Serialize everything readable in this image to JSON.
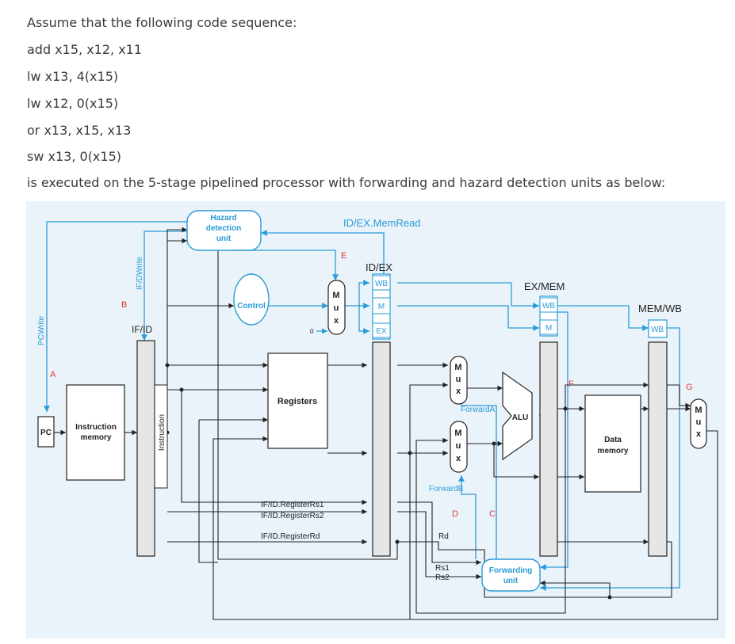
{
  "question": {
    "intro": "Assume that the following code sequence:",
    "code": [
      "add x15, x12, x11",
      "lw x13, 4(x15)",
      "lw x12, 0(x15)",
      "or x13, x15, x13",
      "sw x13, 0(x15)"
    ],
    "outro": "is executed on the 5-stage pipelined processor with forwarding and hazard detection units as below:"
  },
  "diagram": {
    "hazard_unit": [
      "Hazard",
      "detection",
      "unit"
    ],
    "id_ex_memread": "ID/EX.MemRead",
    "pc": "PC",
    "pcwrite": "PCWrite",
    "ifdwrite": "IF/DWrite",
    "instruction_memory": [
      "Instruction",
      "memory"
    ],
    "instruction": "Instruction",
    "control": "Control",
    "zero": "0",
    "mux": [
      "M",
      "u",
      "x"
    ],
    "registers": "Registers",
    "if_id": "IF/ID",
    "id_ex": "ID/EX",
    "ex_mem": "EX/MEM",
    "mem_wb": "MEM/WB",
    "wb": "WB",
    "m": "M",
    "ex": "EX",
    "alu": "ALU",
    "forward_a": "ForwardA",
    "forward_b": "ForwardB",
    "data_memory": [
      "Data",
      "memory"
    ],
    "forwarding_unit": [
      "Forwarding",
      "unit"
    ],
    "reg_rs1": "IF/ID.RegisterRs1",
    "reg_rs2": "IF/ID.RegisterRs2",
    "reg_rd": "IF/ID.RegisterRd",
    "rd": "Rd",
    "rs1": "Rs1",
    "rs2": "Rs2",
    "markers": [
      "A",
      "B",
      "C",
      "D",
      "E",
      "F",
      "G"
    ],
    "colors": {
      "blue": "#2a9bd7",
      "black": "#222222",
      "red": "#e03b3b",
      "panel": "#eaf3fa",
      "latch": "#e6e6e6"
    }
  }
}
